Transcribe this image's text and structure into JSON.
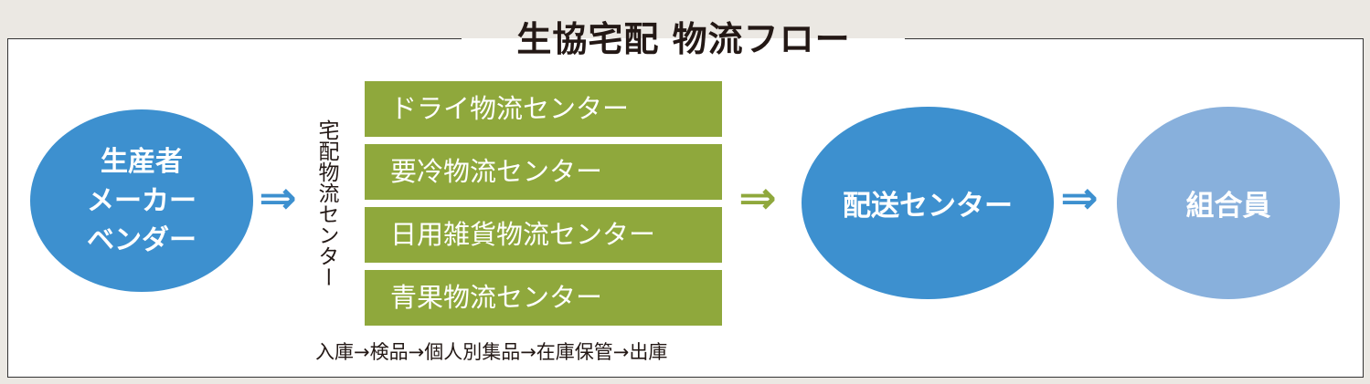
{
  "title": "生協宅配 物流フロー",
  "producer": {
    "lines": [
      "生産者",
      "メーカー",
      "ベンダー"
    ]
  },
  "home_delivery_center_label": "宅配物流センター",
  "centers": [
    "ドライ物流センター",
    "要冷物流センター",
    "日用雑貨物流センター",
    "青果物流センター"
  ],
  "process_caption": "入庫→検品→個人別集品→在庫保管→出庫",
  "delivery_center": "配送センター",
  "member": "組合員",
  "arrow_glyph": "⇒",
  "colors": {
    "blue": "#3d90cf",
    "light_blue": "#88b0dc",
    "green": "#8fa83c"
  }
}
